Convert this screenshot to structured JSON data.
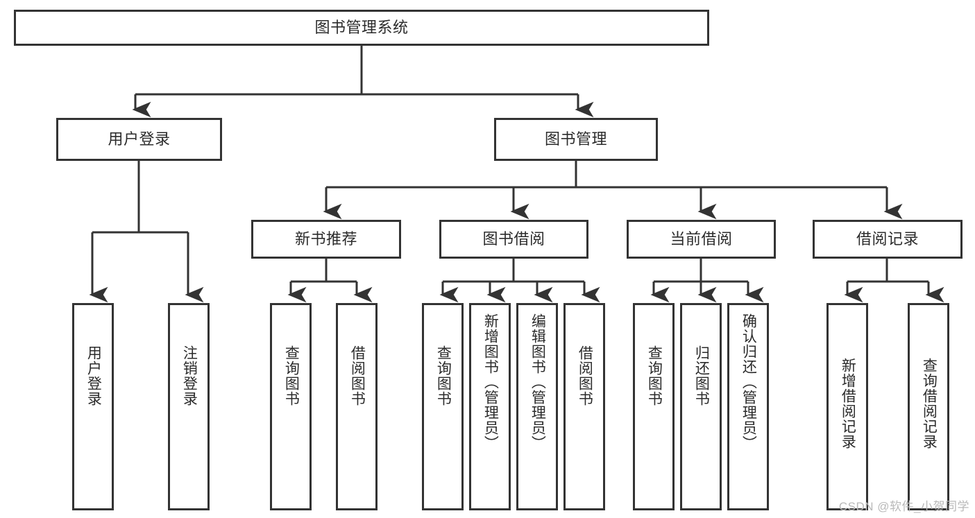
{
  "diagram": {
    "title": "图书管理系统",
    "type": "tree-hierarchy-diagram",
    "colors": {
      "box_border": "#333333",
      "box_fill": "#ffffff",
      "connector": "#333333",
      "text": "#2b2b2b",
      "watermark": "#b9b9b9",
      "background": "#ffffff"
    },
    "root": {
      "label": "图书管理系统"
    },
    "level1": [
      {
        "label": "用户登录"
      },
      {
        "label": "图书管理"
      }
    ],
    "level2": [
      {
        "label": "新书推荐"
      },
      {
        "label": "图书借阅"
      },
      {
        "label": "当前借阅"
      },
      {
        "label": "借阅记录"
      }
    ],
    "leaves": {
      "user_login": [
        {
          "label": "用户登录"
        },
        {
          "label": "注销登录"
        }
      ],
      "new_book_recommend": [
        {
          "label": "查询图书"
        },
        {
          "label": "借阅图书"
        }
      ],
      "book_borrow": [
        {
          "label": "查询图书"
        },
        {
          "label": "新增图书（管理员）"
        },
        {
          "label": "编辑图书（管理员）"
        },
        {
          "label": "借阅图书"
        }
      ],
      "current_borrow": [
        {
          "label": "查询图书"
        },
        {
          "label": "归还图书"
        },
        {
          "label": "确认归还（管理员）"
        }
      ],
      "borrow_record": [
        {
          "label": "新增借阅记录"
        },
        {
          "label": "查询借阅记录"
        }
      ]
    }
  },
  "watermark": {
    "text": "CSDN @软件_小贺同学"
  }
}
